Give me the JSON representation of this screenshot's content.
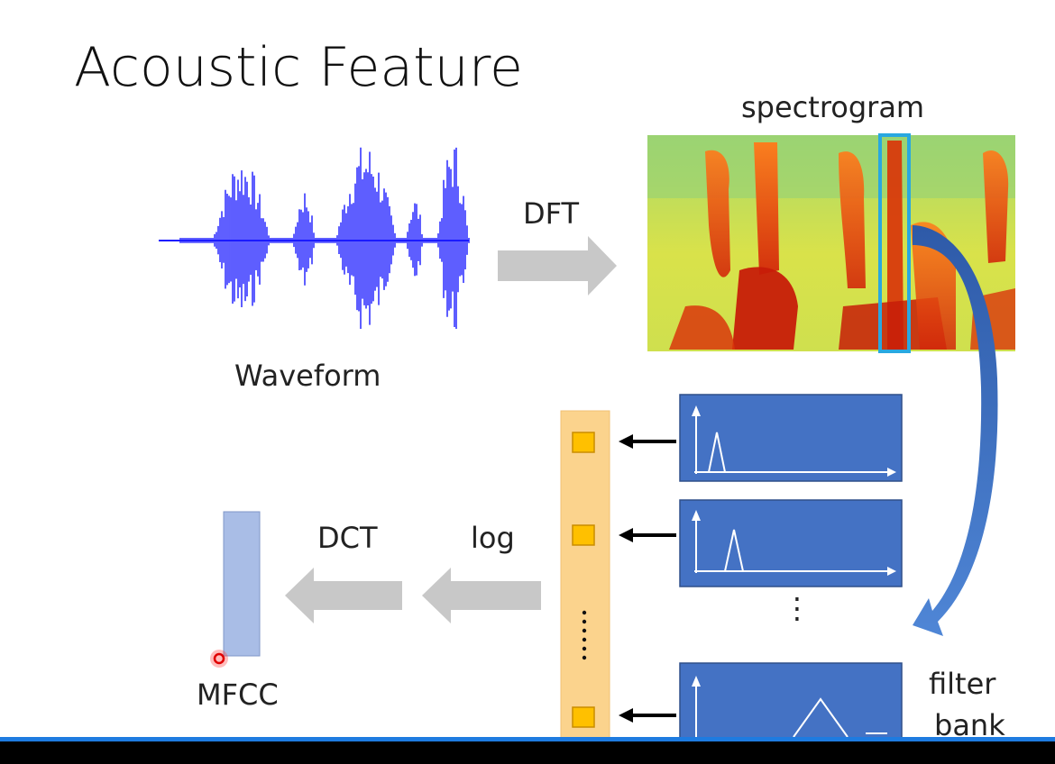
{
  "title": "Acoustic Feature",
  "labels": {
    "spectrogram": "spectrogram",
    "waveform": "Waveform",
    "dft": "DFT",
    "dct": "DCT",
    "log": "log",
    "mfcc": "MFCC",
    "filter": "filter",
    "bank": "bank",
    "vdots": "⋮"
  },
  "colors": {
    "waveform": "#1a1aff",
    "filter_box": "#4472c4",
    "feature_column": "#fbd38d",
    "feature_square": "#ffc000",
    "mfcc_bar": "#a9bde6",
    "arrow_gray": "#bfbfbf",
    "curved_arrow": "#3b6fc4",
    "frame_highlight": "#29a8e0"
  },
  "icons": [
    "cursor-pointer-icon"
  ]
}
